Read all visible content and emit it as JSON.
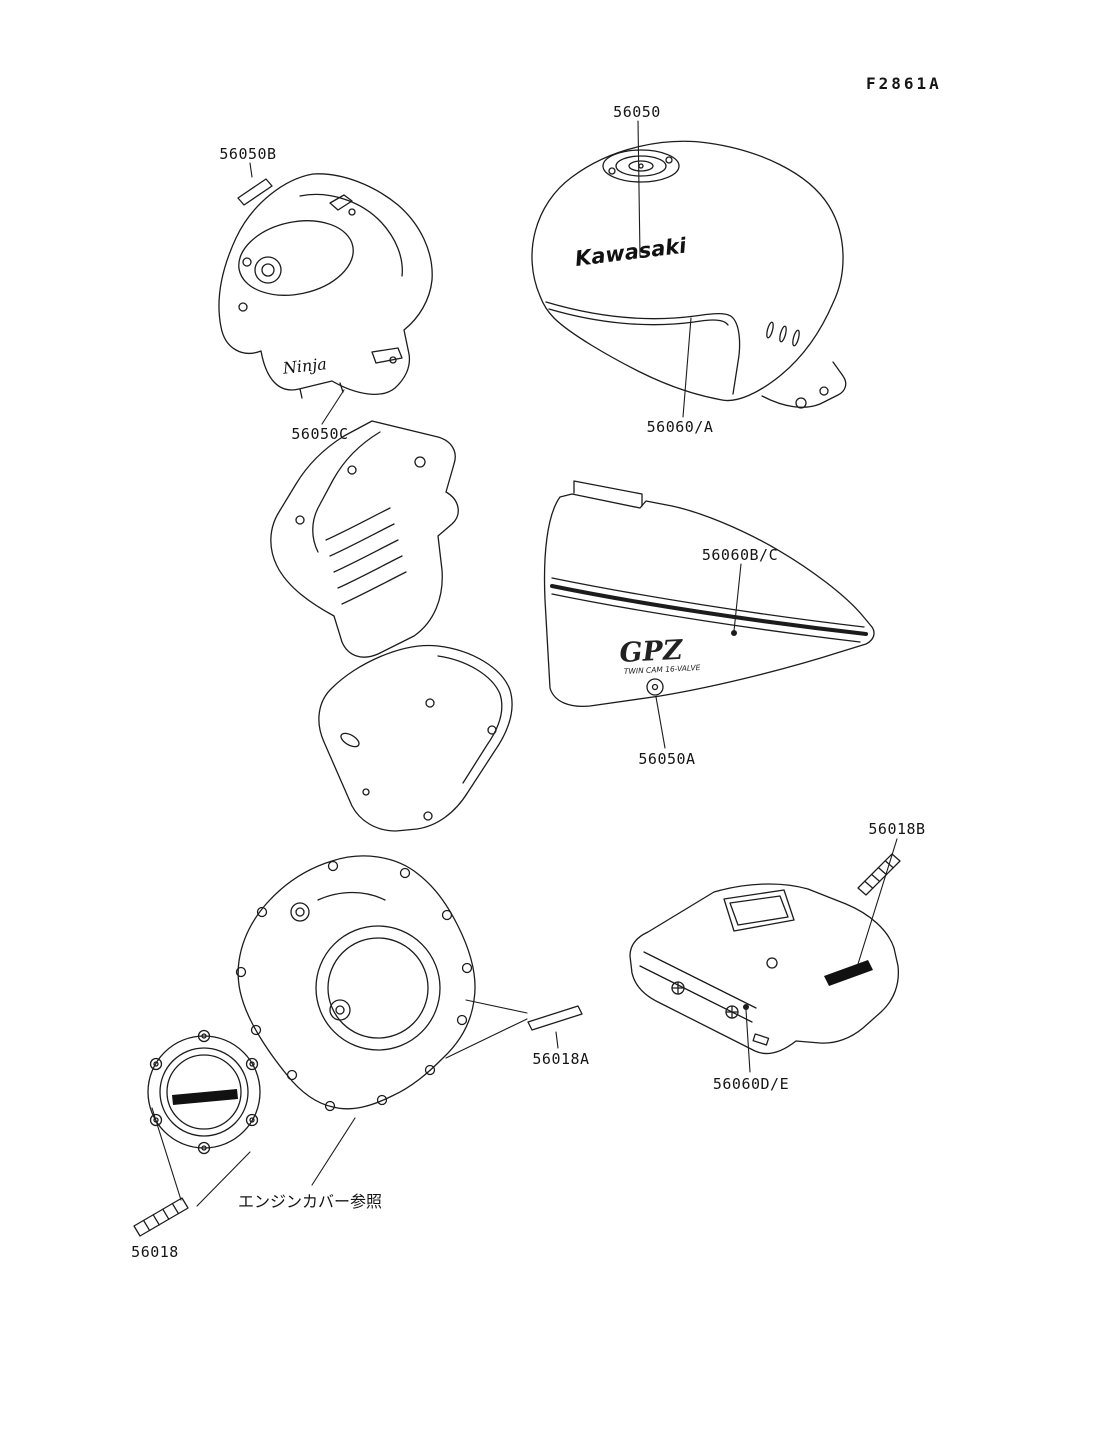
{
  "page": {
    "background": "#ffffff",
    "line_color": "#1c1c1c",
    "doc_code": "F2861A",
    "note_engine_cover": "エンジンカバー参照"
  },
  "part_labels": {
    "p56050": "56050",
    "p56050B": "56050B",
    "p56050C": "56050C",
    "p56060A": "56060/A",
    "p56060BC": "56060B/C",
    "p56050A": "56050A",
    "p56018B": "56018B",
    "p56018A": "56018A",
    "p56060DE": "56060D/E",
    "p56018": "56018"
  },
  "logos": {
    "kawasaki": "Kawasaki",
    "ninja": "Ninja",
    "gpz": "GPZ",
    "gpz_subtext": "TWIN CAM 16-VALVE"
  }
}
